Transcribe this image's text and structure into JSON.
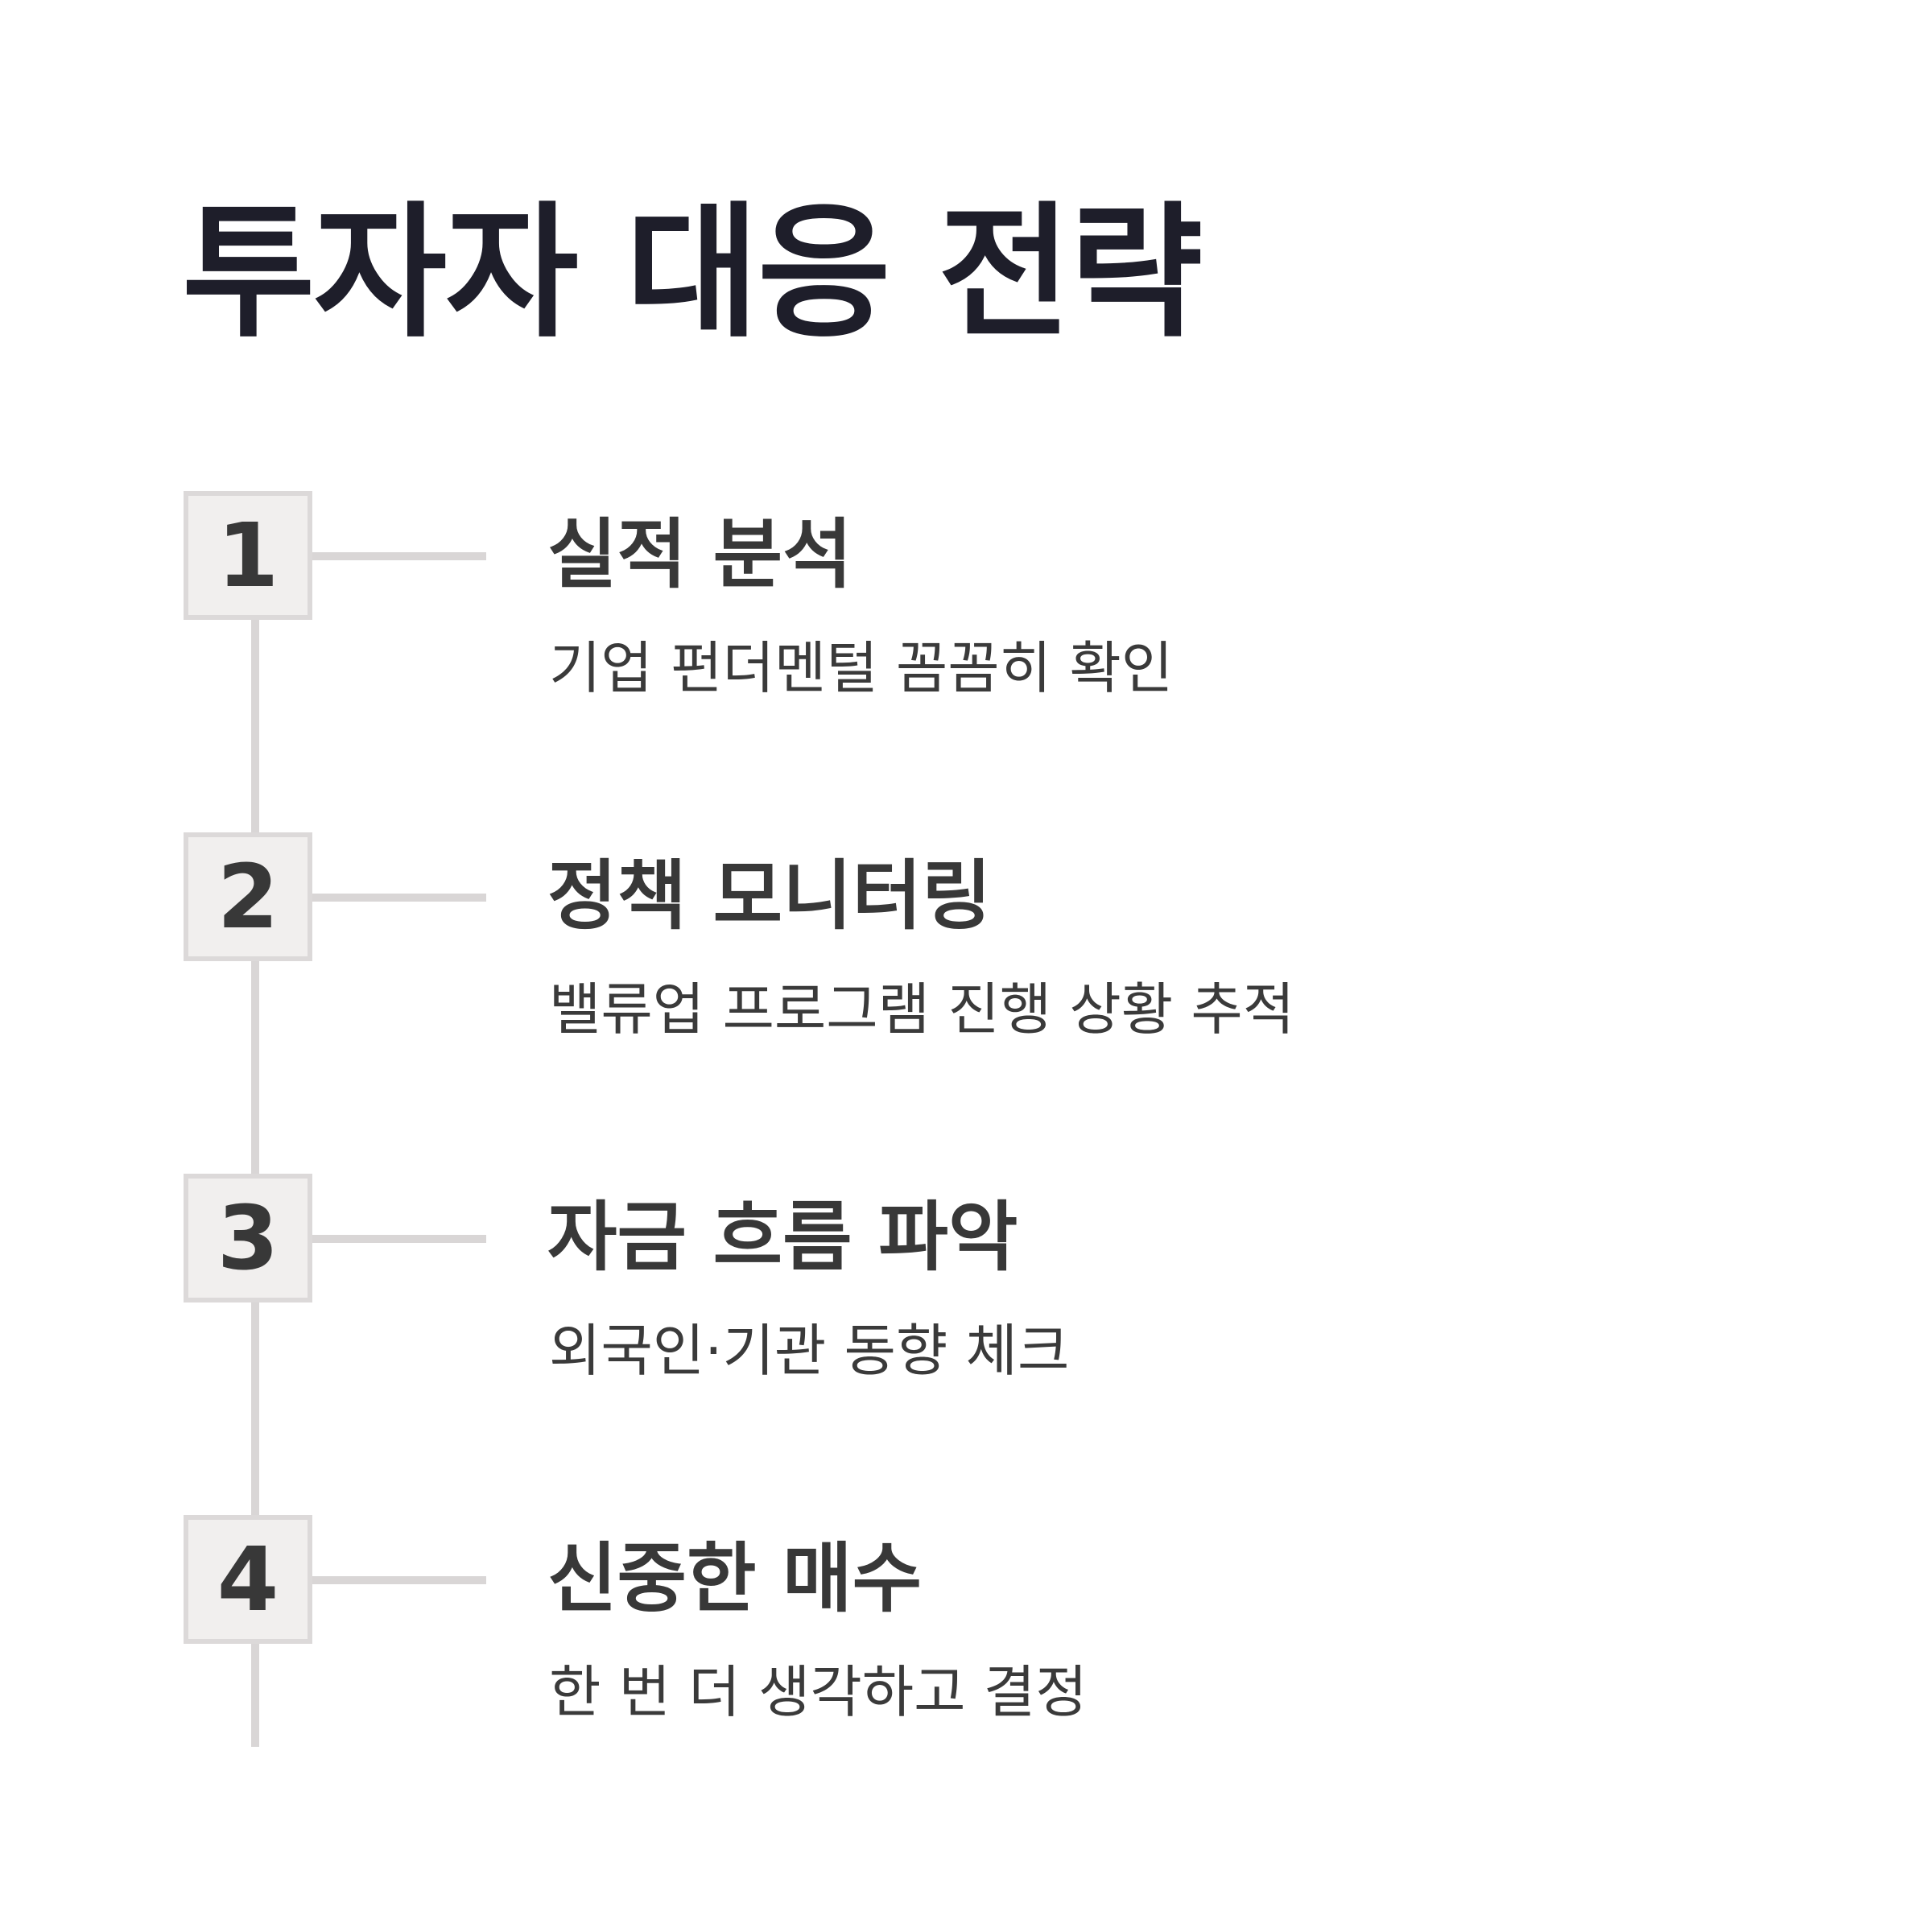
{
  "title": "투자자 대응 전략",
  "steps": [
    {
      "number": "1",
      "title": "실적 분석",
      "description": "기업 펀더멘털 꼼꼼히 확인"
    },
    {
      "number": "2",
      "title": "정책 모니터링",
      "description": "밸류업 프로그램 진행 상황 추적"
    },
    {
      "number": "3",
      "title": "자금 흐름 파악",
      "description": "외국인·기관 동향 체크"
    },
    {
      "number": "4",
      "title": "신중한 매수",
      "description": "한 번 더 생각하고 결정"
    }
  ],
  "colors": {
    "title": "#1e1e2a",
    "text": "#383838",
    "line": "#d9d6d6",
    "box_fill": "#f1efee",
    "box_border": "#dcd9d9",
    "background": "#ffffff"
  }
}
